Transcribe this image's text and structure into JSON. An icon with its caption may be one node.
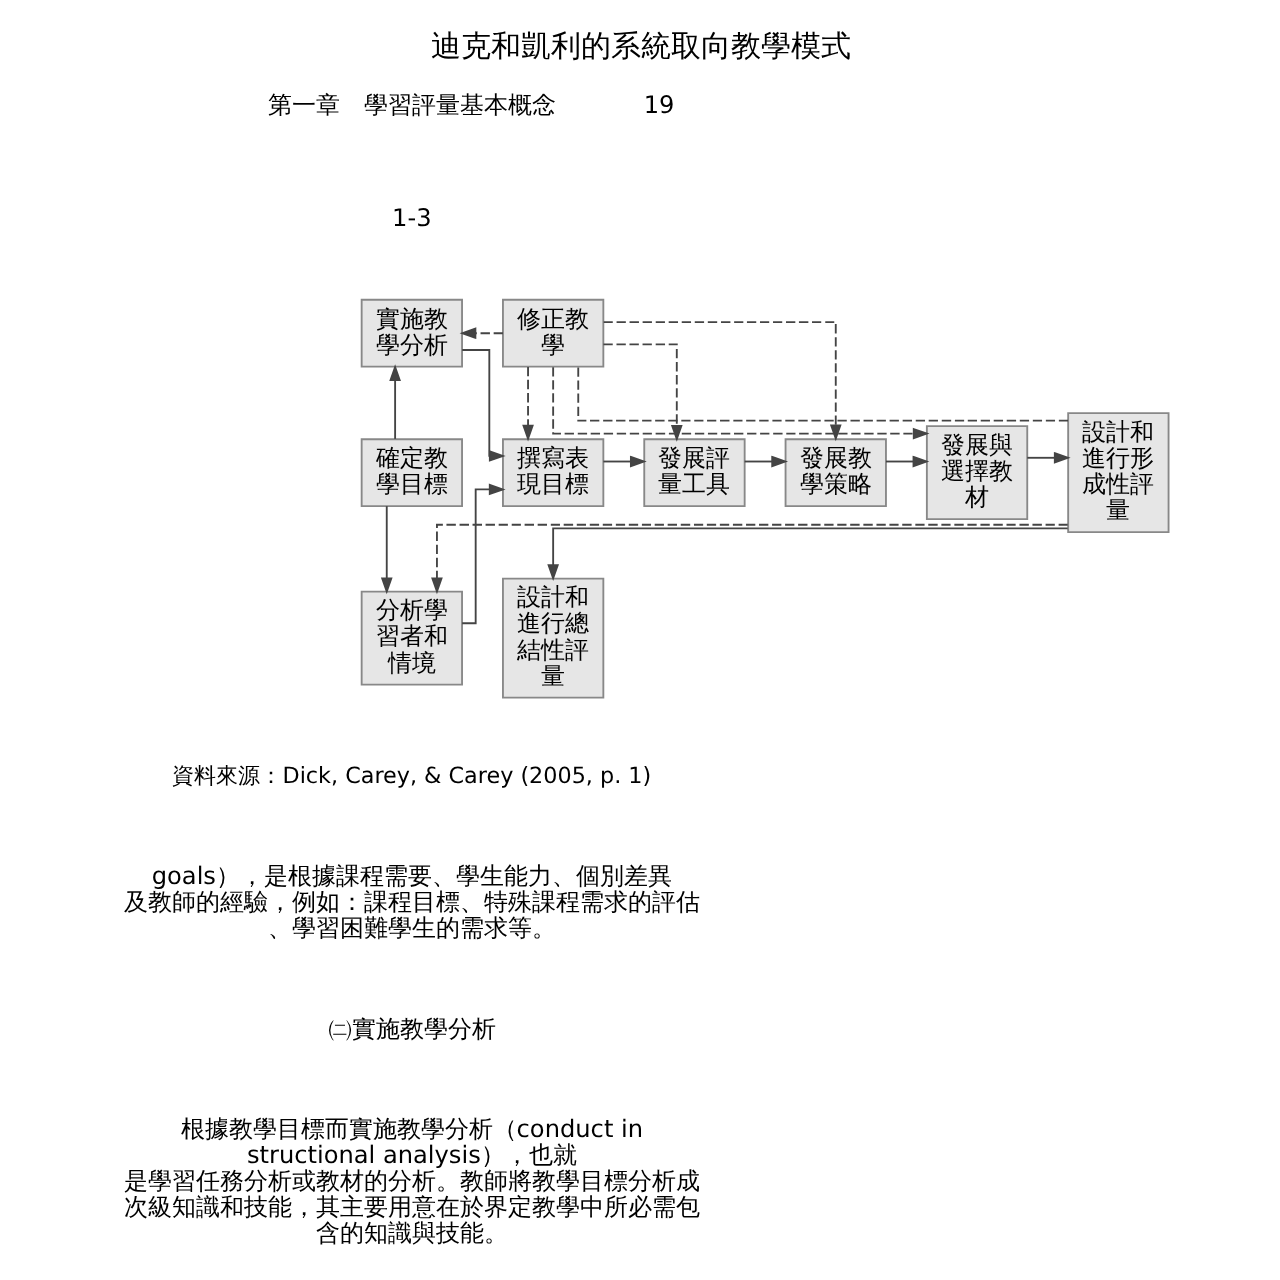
{
  "diagram": {
    "title": "迪克和凱利的系統取向教學模式",
    "caption": "資料來源：Dick, Carey, & Carey (2005, p. 1)",
    "nodes": [
      {
        "text": [
          "確定教學目標"
        ]
      },
      {
        "text": [
          "實施教學分析"
        ]
      },
      {
        "text": [
          "修正教學"
        ]
      },
      {
        "text": [
          "撰寫表現目標"
        ]
      },
      {
        "text": [
          "發展評量工具"
        ]
      },
      {
        "text": [
          "發展教學策略"
        ]
      },
      {
        "text": [
          "發展與選擇教材"
        ]
      },
      {
        "text": [
          "設計和進行形成性評量"
        ]
      },
      {
        "text": [
          "分析學習者和情境"
        ]
      },
      {
        "text": [
          "設計和進行總結性評量"
        ]
      }
    ],
    "edges": [
      {
        "from": 0,
        "to": 1,
        "arrow": "to"
      },
      {
        "from": 0,
        "to": 8,
        "arrow": "to"
      },
      {
        "from": 1,
        "to": 3,
        "arrow": "to"
      },
      {
        "from": 8,
        "to": 3,
        "arrow": "to"
      },
      {
        "from": 3,
        "to": 4,
        "arrow": "to"
      },
      {
        "from": 4,
        "to": 5,
        "arrow": "to"
      },
      {
        "from": 5,
        "to": 6,
        "arrow": "to"
      },
      {
        "from": 6,
        "to": 7,
        "arrow": "to"
      },
      {
        "from": 7,
        "to": 9,
        "arrow": "to"
      },
      {
        "from": 7,
        "to": 2,
        "arrow": "none",
        "style": "dashed"
      },
      {
        "from": 2,
        "to": 1,
        "arrow": "to",
        "style": "dashed"
      },
      {
        "from": 2,
        "to": 3,
        "arrow": "to",
        "style": "dashed"
      },
      {
        "from": 2,
        "to": 4,
        "arrow": "to",
        "style": "dashed"
      },
      {
        "from": 2,
        "to": 5,
        "arrow": "to",
        "style": "dashed"
      },
      {
        "from": 2,
        "to": 6,
        "arrow": "to",
        "style": "dashed"
      },
      {
        "from": 7,
        "to": 8,
        "arrow": "to",
        "style": "dashed"
      }
    ],
    "labels": [
      "第一章　學習評量基本概念",
      "19",
      "1-3",
      "goals），是根據課程需要、學生能力、個別差異及教師的經驗，例如：課程目標、特殊課程需求的評估、學習困難學生的需求等。",
      "㈡實施教學分析",
      "根據教學目標而實施教學分析（conduct instructional analysis），也就是學習任務分析或教材的分析。教師將教學目標分析成次級知識和技能，其主要用意在於界定教學中所必需包含的知識與技能。"
    ]
  }
}
